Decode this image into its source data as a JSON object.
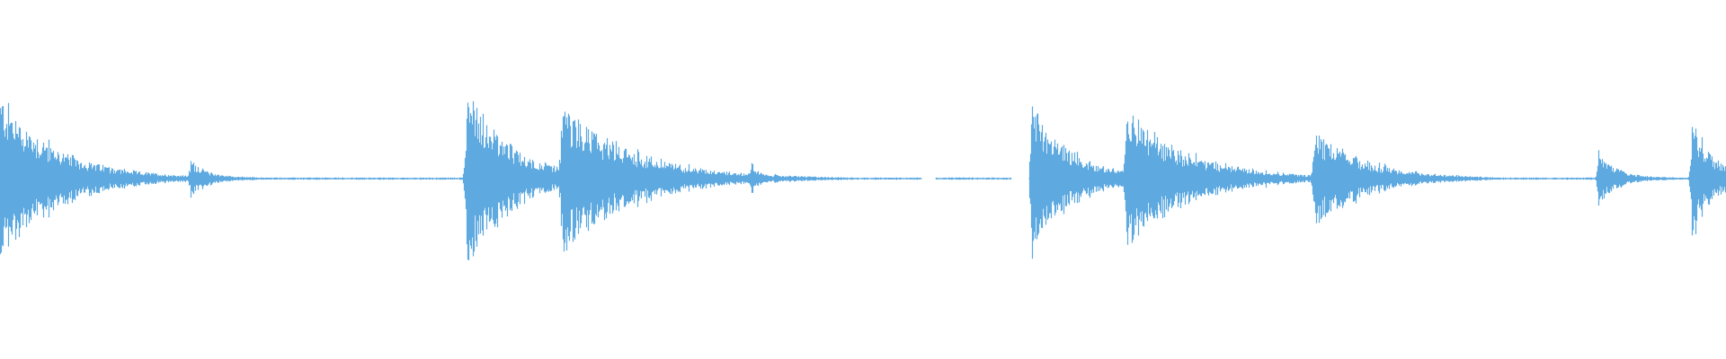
{
  "waveform": {
    "color": "#5DA9E0",
    "background": "#FFFFFF",
    "baseline_amplitude": 0.006,
    "gaps": [
      {
        "start": 0.534,
        "end": 0.542
      },
      {
        "start": 0.586,
        "end": 0.596
      }
    ],
    "onsets": [
      {
        "position": 0.0,
        "peak": 0.4,
        "decay": 0.03,
        "sustain": 0.045
      },
      {
        "position": 0.11,
        "peak": 0.1,
        "decay": 0.008,
        "sustain": 0.04
      },
      {
        "position": 0.27,
        "peak": 0.48,
        "decay": 0.02,
        "sustain": 0.05
      },
      {
        "position": 0.325,
        "peak": 0.36,
        "decay": 0.04,
        "sustain": 0.045
      },
      {
        "position": 0.435,
        "peak": 0.09,
        "decay": 0.004,
        "sustain": 0.015
      },
      {
        "position": 0.597,
        "peak": 0.38,
        "decay": 0.02,
        "sustain": 0.04
      },
      {
        "position": 0.652,
        "peak": 0.33,
        "decay": 0.035,
        "sustain": 0.045
      },
      {
        "position": 0.761,
        "peak": 0.23,
        "decay": 0.03,
        "sustain": 0.03
      },
      {
        "position": 0.926,
        "peak": 0.15,
        "decay": 0.008,
        "sustain": 0.03
      },
      {
        "position": 0.98,
        "peak": 0.3,
        "decay": 0.01,
        "sustain": 0.04
      }
    ]
  }
}
